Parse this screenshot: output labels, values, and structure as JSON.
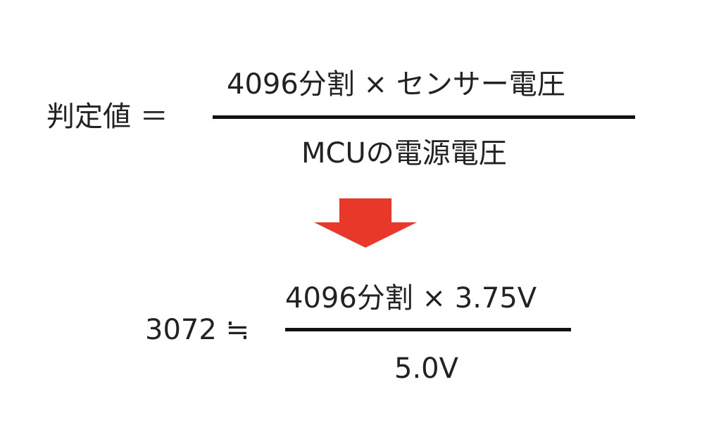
{
  "formula1": {
    "lhs": "判定値 ＝",
    "numerator": "4096分割 × センサー電圧",
    "denominator": "MCUの電源電圧"
  },
  "formula2": {
    "lhs": "3072 ≒",
    "numerator": "4096分割 × 3.75V",
    "denominator": "5.0V"
  },
  "colors": {
    "arrow": "#e8382a"
  }
}
